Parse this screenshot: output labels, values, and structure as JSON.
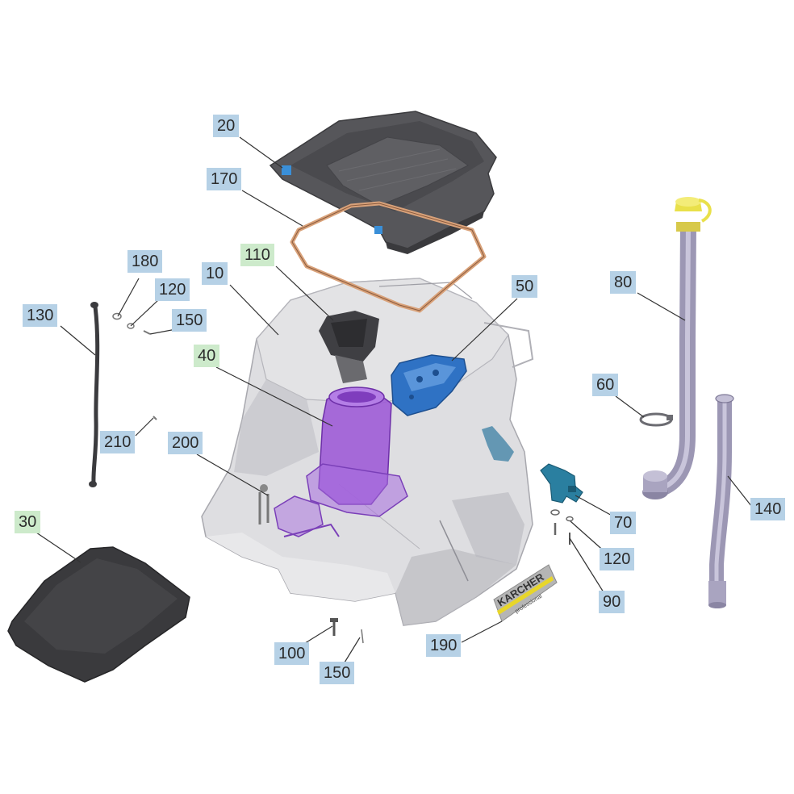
{
  "colors": {
    "callout_blue": "#b6d1e6",
    "callout_green": "#cdeacb",
    "housing": "#c9c9cd",
    "lid": "#56565a",
    "purple_part": "#9b55d6",
    "blue_part": "#2f72c4",
    "teal_part": "#2a7fa0",
    "hose": "#9c97b4",
    "yellow_cap": "#e9e04a",
    "gasket": "#d9a27a"
  },
  "callouts": [
    {
      "id": "c20",
      "label": "20",
      "style": "blue"
    },
    {
      "id": "c170",
      "label": "170",
      "style": "blue"
    },
    {
      "id": "c110",
      "label": "110",
      "style": "green"
    },
    {
      "id": "c10",
      "label": "10",
      "style": "blue"
    },
    {
      "id": "c180",
      "label": "180",
      "style": "blue"
    },
    {
      "id": "c120a",
      "label": "120",
      "style": "blue"
    },
    {
      "id": "c150a",
      "label": "150",
      "style": "blue"
    },
    {
      "id": "c130",
      "label": "130",
      "style": "blue"
    },
    {
      "id": "c40",
      "label": "40",
      "style": "green"
    },
    {
      "id": "c50",
      "label": "50",
      "style": "blue"
    },
    {
      "id": "c80",
      "label": "80",
      "style": "blue"
    },
    {
      "id": "c60",
      "label": "60",
      "style": "blue"
    },
    {
      "id": "c210",
      "label": "210",
      "style": "blue"
    },
    {
      "id": "c200",
      "label": "200",
      "style": "blue"
    },
    {
      "id": "c140",
      "label": "140",
      "style": "blue"
    },
    {
      "id": "c30",
      "label": "30",
      "style": "green"
    },
    {
      "id": "c70",
      "label": "70",
      "style": "blue"
    },
    {
      "id": "c120b",
      "label": "120",
      "style": "blue"
    },
    {
      "id": "c90",
      "label": "90",
      "style": "blue"
    },
    {
      "id": "c190",
      "label": "190",
      "style": "blue"
    },
    {
      "id": "c100",
      "label": "100",
      "style": "blue"
    },
    {
      "id": "c150b",
      "label": "150",
      "style": "blue"
    }
  ],
  "nameplate": {
    "brand": "KARCHER",
    "line": "professional"
  }
}
